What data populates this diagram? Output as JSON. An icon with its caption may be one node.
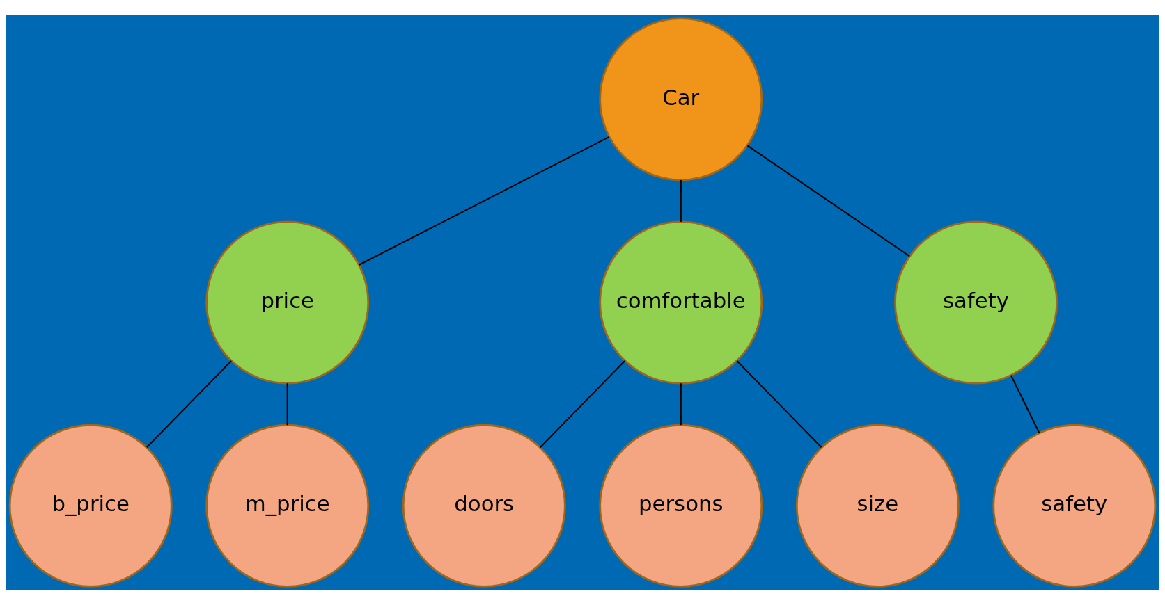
{
  "diagram": {
    "nodes": [
      {
        "text": [
          "Car"
        ]
      },
      {
        "text": [
          "price"
        ]
      },
      {
        "text": [
          "comfortable"
        ]
      },
      {
        "text": [
          "safety"
        ]
      },
      {
        "text": [
          "b_price"
        ]
      },
      {
        "text": [
          "m_price"
        ]
      },
      {
        "text": [
          "doors"
        ]
      },
      {
        "text": [
          "persons"
        ]
      },
      {
        "text": [
          "size"
        ]
      },
      {
        "text": [
          "safety"
        ]
      }
    ],
    "edges": [
      {
        "from": 0,
        "to": 1,
        "arrow": "none"
      },
      {
        "from": 0,
        "to": 2,
        "arrow": "none"
      },
      {
        "from": 0,
        "to": 3,
        "arrow": "none"
      },
      {
        "from": 1,
        "to": 4,
        "arrow": "none"
      },
      {
        "from": 1,
        "to": 5,
        "arrow": "none"
      },
      {
        "from": 2,
        "to": 6,
        "arrow": "none"
      },
      {
        "from": 2,
        "to": 7,
        "arrow": "none"
      },
      {
        "from": 2,
        "to": 8,
        "arrow": "none"
      },
      {
        "from": 3,
        "to": 9,
        "arrow": "none"
      }
    ]
  }
}
